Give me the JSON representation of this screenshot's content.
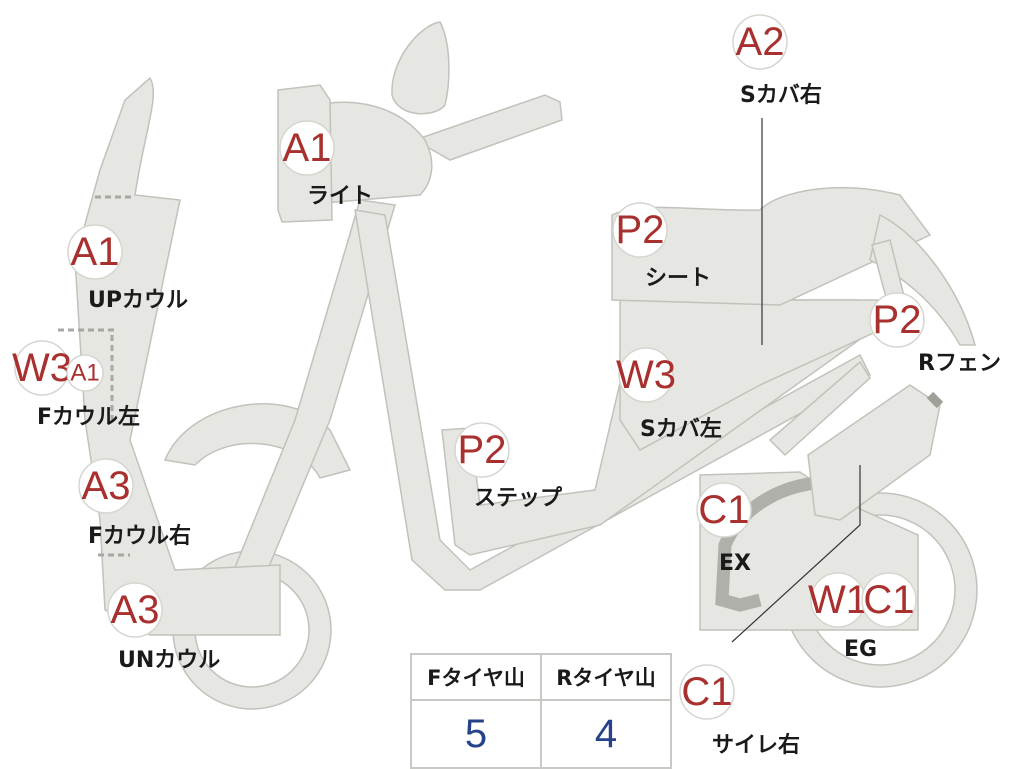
{
  "badges": {
    "light_code": "A1",
    "sideR_code": "A2",
    "seat_code": "P2",
    "rfender_code": "P2",
    "upcowl_code": "A1",
    "fcowlL_code1": "W3",
    "fcowlL_code2": "A1",
    "sideL_code": "W3",
    "step_code": "P2",
    "fcowlR_code": "A3",
    "uncowl_code": "A3",
    "ex_code": "C1",
    "eg_code1": "W1",
    "eg_code2": "C1",
    "silencer_code": "C1"
  },
  "labels": {
    "light": "ライト",
    "sideR": "Sカバ右",
    "seat": "シート",
    "rfender": "Rフェン",
    "upcowl": "UPカウル",
    "fcowlL": "Fカウル左",
    "sideL": "Sカバ左",
    "step": "ステップ",
    "fcowlR": "Fカウル右",
    "uncowl": "UNカウル",
    "ex": "EX",
    "eg": "EG",
    "silencer": "サイレ右"
  },
  "tire_table": {
    "front_header": "Fタイヤ山",
    "rear_header": "Rタイヤ山",
    "front_value": "5",
    "rear_value": "4"
  },
  "colors": {
    "code_red": "#a8302e",
    "value_blue": "#26428a",
    "part_fill": "#e6e6e2"
  }
}
